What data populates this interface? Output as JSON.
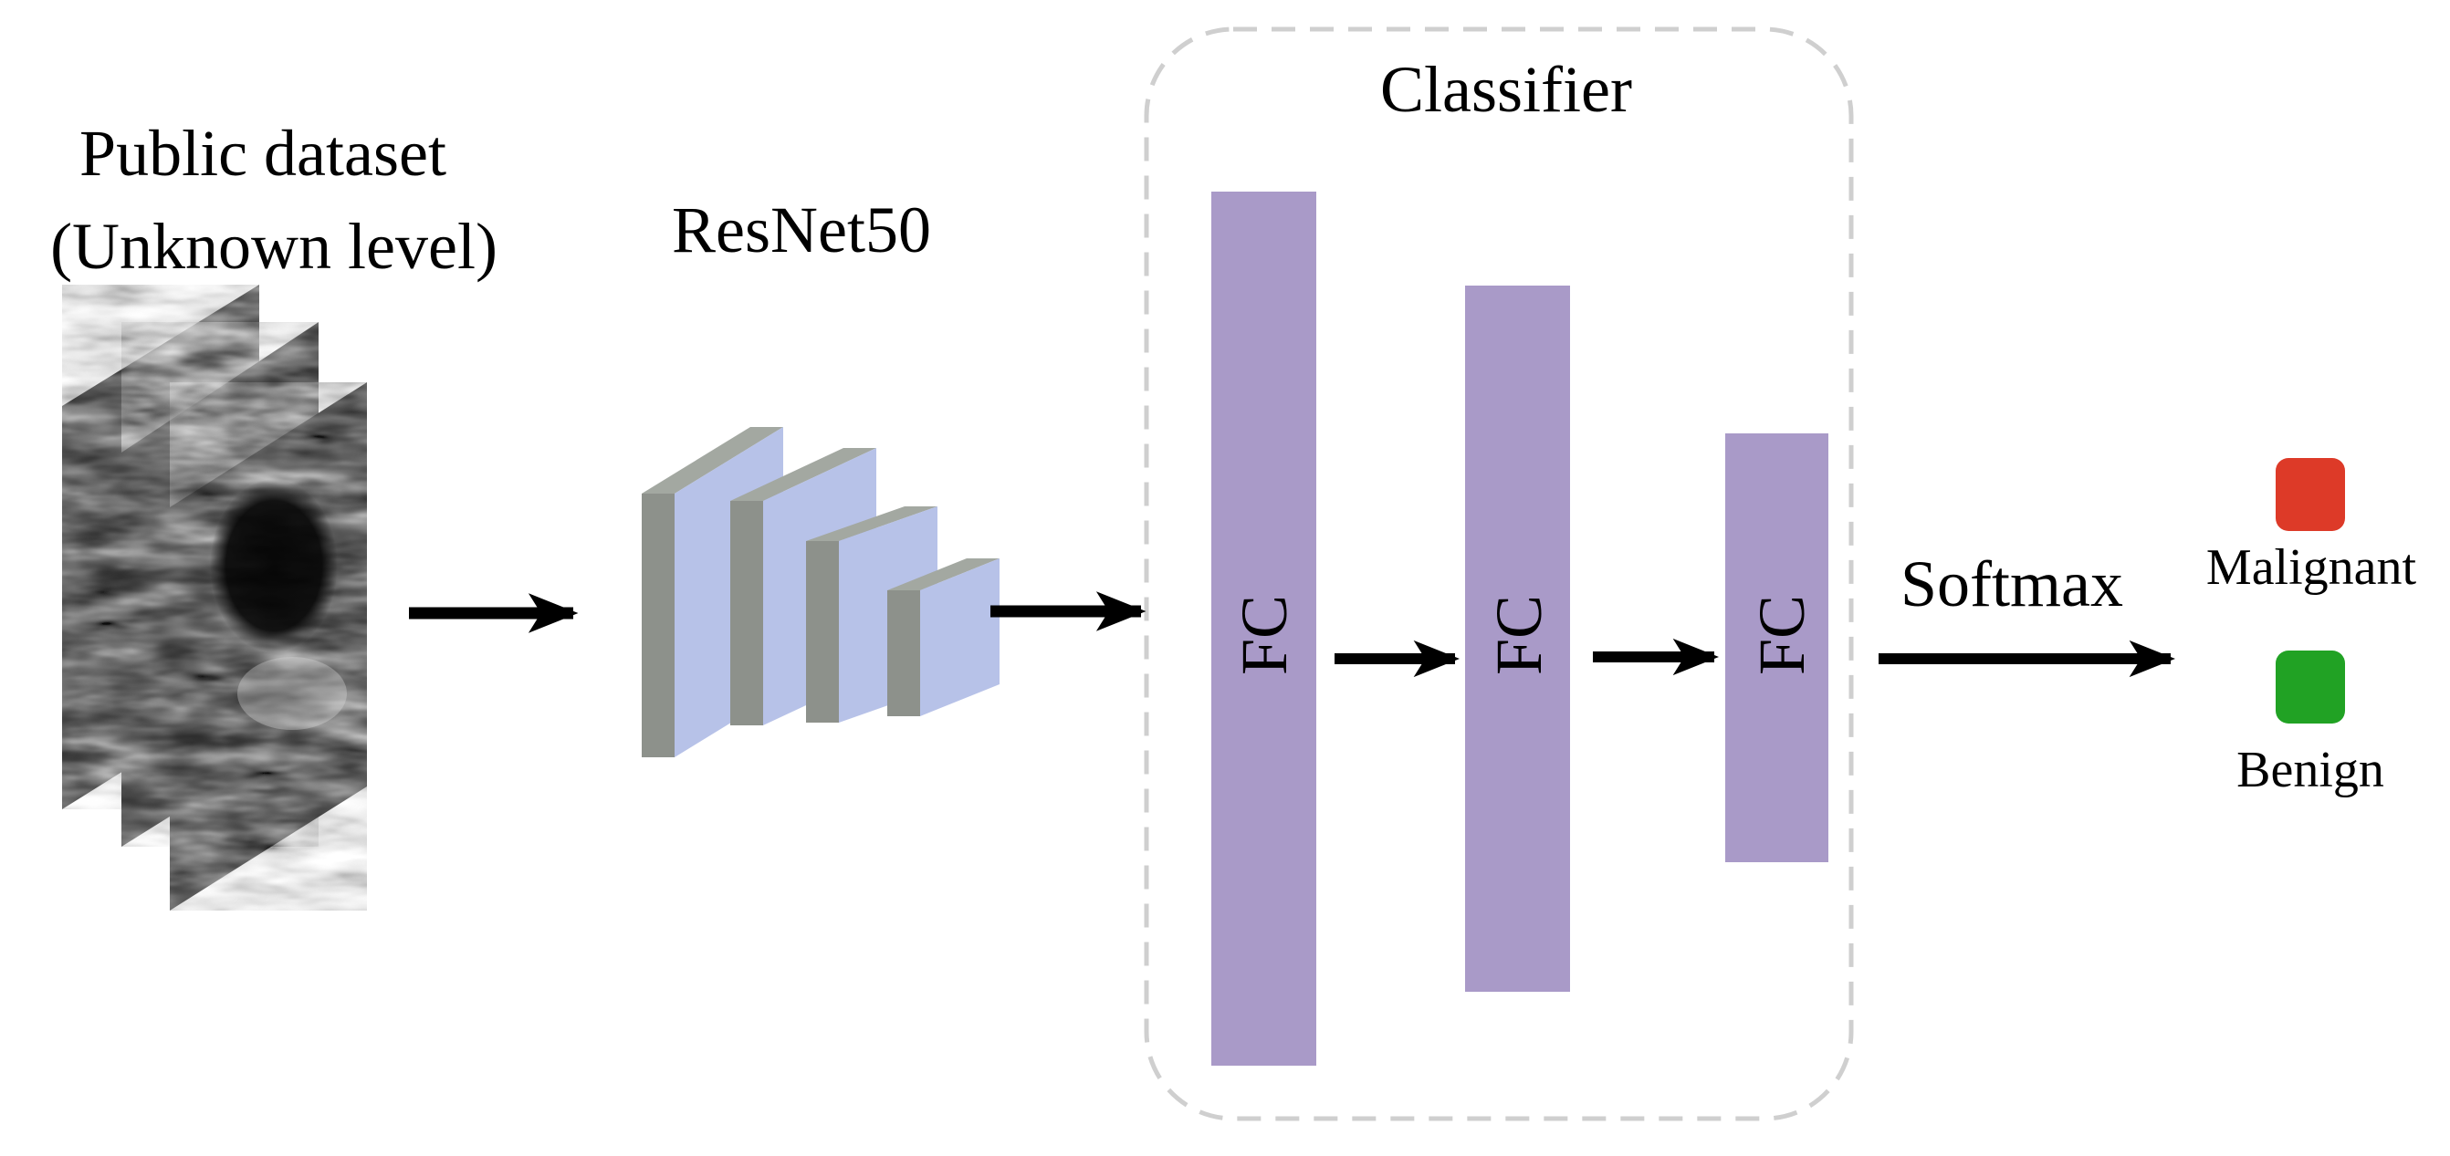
{
  "input": {
    "title_line1": "Public dataset",
    "title_line2": "(Unknown level)"
  },
  "backbone": {
    "label": "ResNet50"
  },
  "classifier": {
    "title": "Classifier",
    "layers": [
      {
        "label": "FC"
      },
      {
        "label": "FC"
      },
      {
        "label": "FC"
      }
    ],
    "color": "#a99ac8"
  },
  "softmax": {
    "label": "Softmax"
  },
  "outputs": [
    {
      "label": "Malignant",
      "color": "#dd3a28"
    },
    {
      "label": "Benign",
      "color": "#21a224"
    }
  ],
  "colors": {
    "block_front": "#b7c2e8",
    "block_side": "#8d918b",
    "block_top": "#a3a8a1",
    "dashed_border": "#cfcfcf",
    "arrow": "#000000"
  }
}
